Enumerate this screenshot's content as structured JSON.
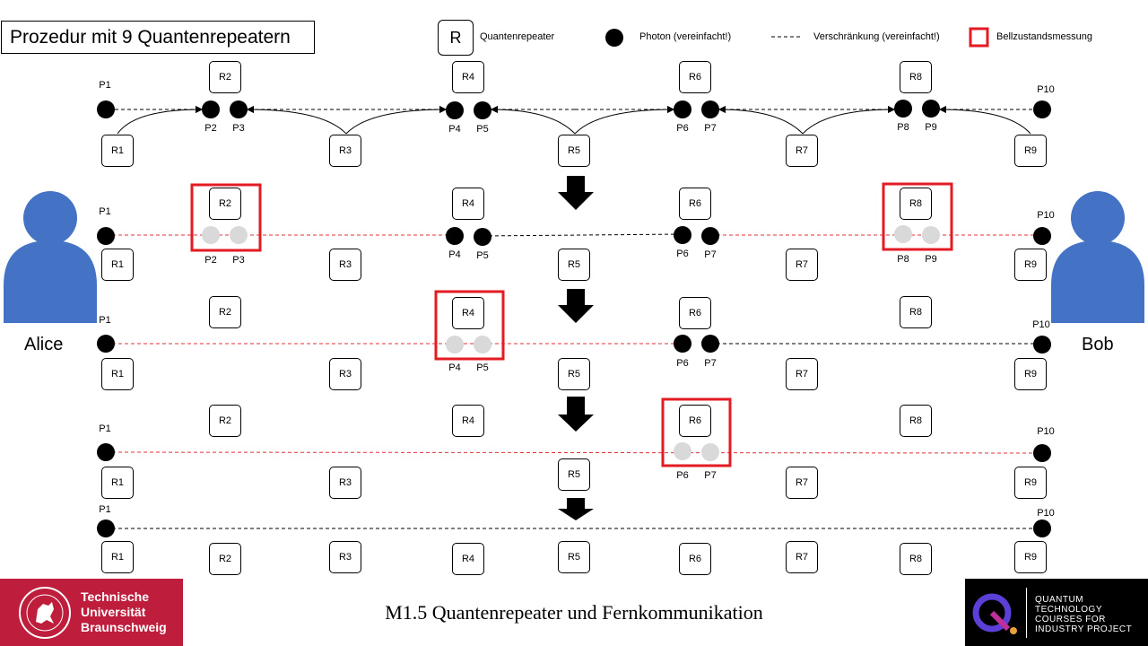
{
  "title": "Prozedur mit 9 Quantenrepeatern",
  "legend": {
    "repeater_symbol": "R",
    "repeater": "Quantenrepeater",
    "photon": "Photon (vereinfacht!)",
    "entanglement": "Verschränkung (vereinfacht!)",
    "bell": "Bellzustandsmessung"
  },
  "people": {
    "alice": "Alice",
    "bob": "Bob"
  },
  "footer": {
    "course": "M1.5 Quantenrepeater und Fernkommunikation",
    "tu_lines": [
      "Technische",
      "Universität",
      "Braunschweig"
    ],
    "qt_lines": [
      "QUANTUM",
      "TECHNOLOGY",
      "COURSES FOR",
      "INDUSTRY PROJECT"
    ]
  },
  "colors": {
    "entangled_link": "#e0303a",
    "bell_box": "#e31b23",
    "person": "#4472c4",
    "measured_photon": "#d9d9d9",
    "tu_red": "#be1e3c"
  },
  "stages": [
    {
      "repeaters": [
        "R1",
        "R2",
        "R3",
        "R4",
        "R5",
        "R6",
        "R7",
        "R8",
        "R9"
      ],
      "photons": [
        "P1",
        "P2",
        "P3",
        "P4",
        "P5",
        "P6",
        "P7",
        "P8",
        "P9",
        "P10"
      ]
    },
    {
      "repeaters": [
        "R1",
        "R2",
        "R3",
        "R4",
        "R5",
        "R6",
        "R7",
        "R8",
        "R9"
      ],
      "photons": [
        "P1",
        "P2",
        "P3",
        "P4",
        "P5",
        "P6",
        "P7",
        "P8",
        "P9",
        "P10"
      ],
      "bell_at": [
        "R2",
        "R8"
      ]
    },
    {
      "repeaters": [
        "R1",
        "R2",
        "R3",
        "R4",
        "R5",
        "R6",
        "R7",
        "R8",
        "R9"
      ],
      "photons": [
        "P1",
        "P4",
        "P5",
        "P6",
        "P7",
        "P10"
      ],
      "bell_at": [
        "R4"
      ]
    },
    {
      "repeaters": [
        "R1",
        "R2",
        "R3",
        "R4",
        "R5",
        "R6",
        "R7",
        "R8",
        "R9"
      ],
      "photons": [
        "P1",
        "P6",
        "P7",
        "P10"
      ],
      "bell_at": [
        "R6"
      ]
    },
    {
      "repeaters": [
        "R1",
        "R2",
        "R3",
        "R4",
        "R5",
        "R6",
        "R7",
        "R8",
        "R9"
      ],
      "photons": [
        "P1",
        "P10"
      ]
    }
  ]
}
